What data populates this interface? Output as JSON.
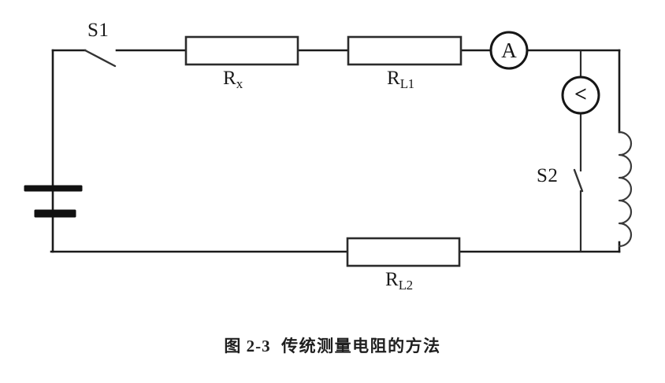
{
  "figure": {
    "caption_prefix": "图 2-3",
    "caption_title": "传统测量电阻的方法",
    "caption_full": "图 2-3  传统测量电阻的方法",
    "background_color": "#ffffff",
    "line_color": "#1b1b1b"
  },
  "components": {
    "switch_s1": {
      "label": "S1",
      "state": "open",
      "icon": "knife-switch-icon"
    },
    "switch_s2": {
      "label": "S2",
      "state": "open",
      "icon": "knife-switch-icon"
    },
    "resistor_rx": {
      "label_main": "R",
      "label_sub": "x",
      "label": "Rx",
      "icon": "resistor-box-icon"
    },
    "resistor_rl1": {
      "label_main": "R",
      "label_sub": "L1",
      "label": "RL1",
      "icon": "resistor-box-icon"
    },
    "resistor_rl2": {
      "label_main": "R",
      "label_sub": "L2",
      "label": "RL2",
      "icon": "resistor-box-icon"
    },
    "ammeter": {
      "label": "A",
      "icon": "ammeter-circle-icon"
    },
    "voltmeter": {
      "label": "<",
      "icon": "voltmeter-circle-icon"
    },
    "battery": {
      "label": "",
      "icon": "battery-cell-icon"
    },
    "inductor": {
      "label": "",
      "icon": "coil-inductor-icon",
      "turns": 5
    }
  }
}
